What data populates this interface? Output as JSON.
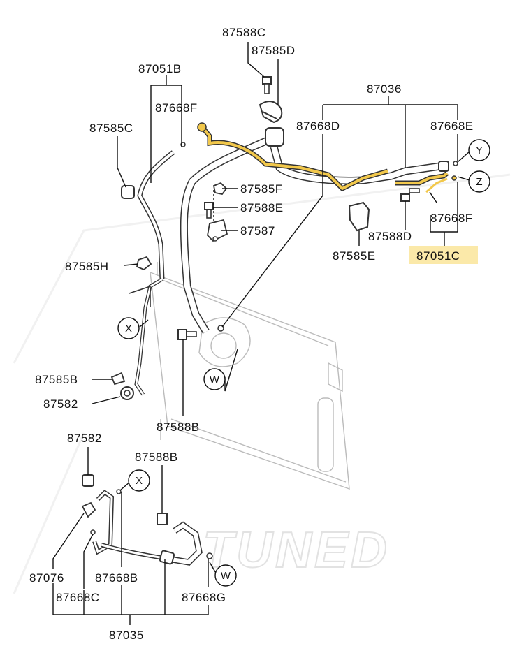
{
  "watermark": "TUNED",
  "highlight_color": "#f2c84b",
  "highlight_fill": "#fbe9a9",
  "labels": {
    "p87588C": "87588C",
    "p87585D": "87585D",
    "p87051B": "87051B",
    "p87036": "87036",
    "p87668F_top": "87668F",
    "p87668D": "87668D",
    "p87668E": "87668E",
    "p87585C": "87585C",
    "p87585F": "87585F",
    "p87588E": "87588E",
    "p87587": "87587",
    "p87588D": "87588D",
    "p87668F_right": "87668F",
    "p87585E": "87585E",
    "p87051C": "87051C",
    "p87585H": "87585H",
    "p87585B": "87585B",
    "p87582_top": "87582",
    "p87588B_mid": "87588B",
    "p87582_bottom": "87582",
    "p87588B_bottom": "87588B",
    "p87076": "87076",
    "p87668B": "87668B",
    "p87668C": "87668C",
    "p87668G": "87668G",
    "p87035": "87035"
  },
  "callouts": {
    "y": "Y",
    "z": "Z",
    "x_top": "X",
    "w_top": "W",
    "x_bottom": "X",
    "w_bottom": "W"
  }
}
